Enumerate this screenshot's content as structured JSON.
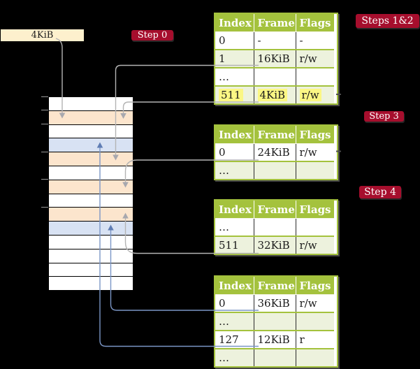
{
  "colors": {
    "background": "#000000",
    "badge_red": "#a60e2d",
    "table_green": "#a4c23d",
    "table_row_green": "#edf2dd",
    "highlight_yellow": "#fbf784",
    "memory_peach": "#fce5cd",
    "memory_blue": "#d8e2f3",
    "size_label_cream": "#fdf0cd",
    "gray_arrow": "#b4b4b4",
    "blue_arrow": "#7b96c6"
  },
  "labels": {
    "page_size": "4KiB"
  },
  "steps": {
    "step0": "Step 0",
    "steps12": "Steps 1&2",
    "step3": "Step 3",
    "step4": "Step 4"
  },
  "memory": {
    "rows": [
      "white",
      "peach",
      "white",
      "blue",
      "peach",
      "white",
      "peach",
      "white",
      "peach",
      "blue",
      "white",
      "white",
      "white",
      "white"
    ]
  },
  "tables": [
    {
      "name": "page-table-1",
      "headers": [
        "Index",
        "Frame",
        "Flags"
      ],
      "rows": [
        {
          "cells": [
            "0",
            "-",
            "-"
          ]
        },
        {
          "cells": [
            "1",
            "16KiB",
            "r/w"
          ]
        },
        {
          "cells": [
            "…",
            "",
            ""
          ]
        },
        {
          "cells": [
            "511",
            "4KiB",
            "r/w"
          ],
          "highlight": true
        }
      ]
    },
    {
      "name": "page-table-2",
      "headers": [
        "Index",
        "Frame",
        "Flags"
      ],
      "rows": [
        {
          "cells": [
            "0",
            "24KiB",
            "r/w"
          ]
        },
        {
          "cells": [
            "…",
            "",
            ""
          ]
        }
      ]
    },
    {
      "name": "page-table-3",
      "headers": [
        "Index",
        "Frame",
        "Flags"
      ],
      "rows": [
        {
          "cells": [
            "…",
            "",
            ""
          ]
        },
        {
          "cells": [
            "511",
            "32KiB",
            "r/w"
          ]
        }
      ]
    },
    {
      "name": "page-table-4",
      "headers": [
        "Index",
        "Frame",
        "Flags"
      ],
      "rows": [
        {
          "cells": [
            "0",
            "36KiB",
            "r/w"
          ]
        },
        {
          "cells": [
            "…",
            "",
            ""
          ]
        },
        {
          "cells": [
            "127",
            "12KiB",
            "r"
          ]
        },
        {
          "cells": [
            "…",
            "",
            ""
          ]
        }
      ]
    }
  ],
  "connectors": [
    {
      "id": "size-label-to-frame-4kib",
      "from": "4KiB label",
      "to": "memory row 2",
      "color": "gray"
    },
    {
      "id": "t1-row-1-to-frame-16kib",
      "from": "table 1 entry 1 (16KiB)",
      "to": "memory row 5",
      "color": "gray"
    },
    {
      "id": "t1-row-511-to-frame-4kib",
      "from": "table 1 entry 511 (4KiB)",
      "to": "memory row 2",
      "color": "gray"
    },
    {
      "id": "t2-row-0-to-frame-24kib",
      "from": "table 2 entry 0 (24KiB)",
      "to": "memory row 7",
      "color": "gray"
    },
    {
      "id": "t3-row-511-to-frame-32kib",
      "from": "table 3 entry 511 (32KiB)",
      "to": "memory row 9",
      "color": "gray"
    },
    {
      "id": "t4-row-0-to-frame-36kib",
      "from": "table 4 entry 0 (36KiB)",
      "to": "memory row 10",
      "color": "blue"
    },
    {
      "id": "t4-row-127-to-frame-12kib",
      "from": "table 4 entry 127 (12KiB)",
      "to": "memory row 4",
      "color": "blue"
    }
  ]
}
